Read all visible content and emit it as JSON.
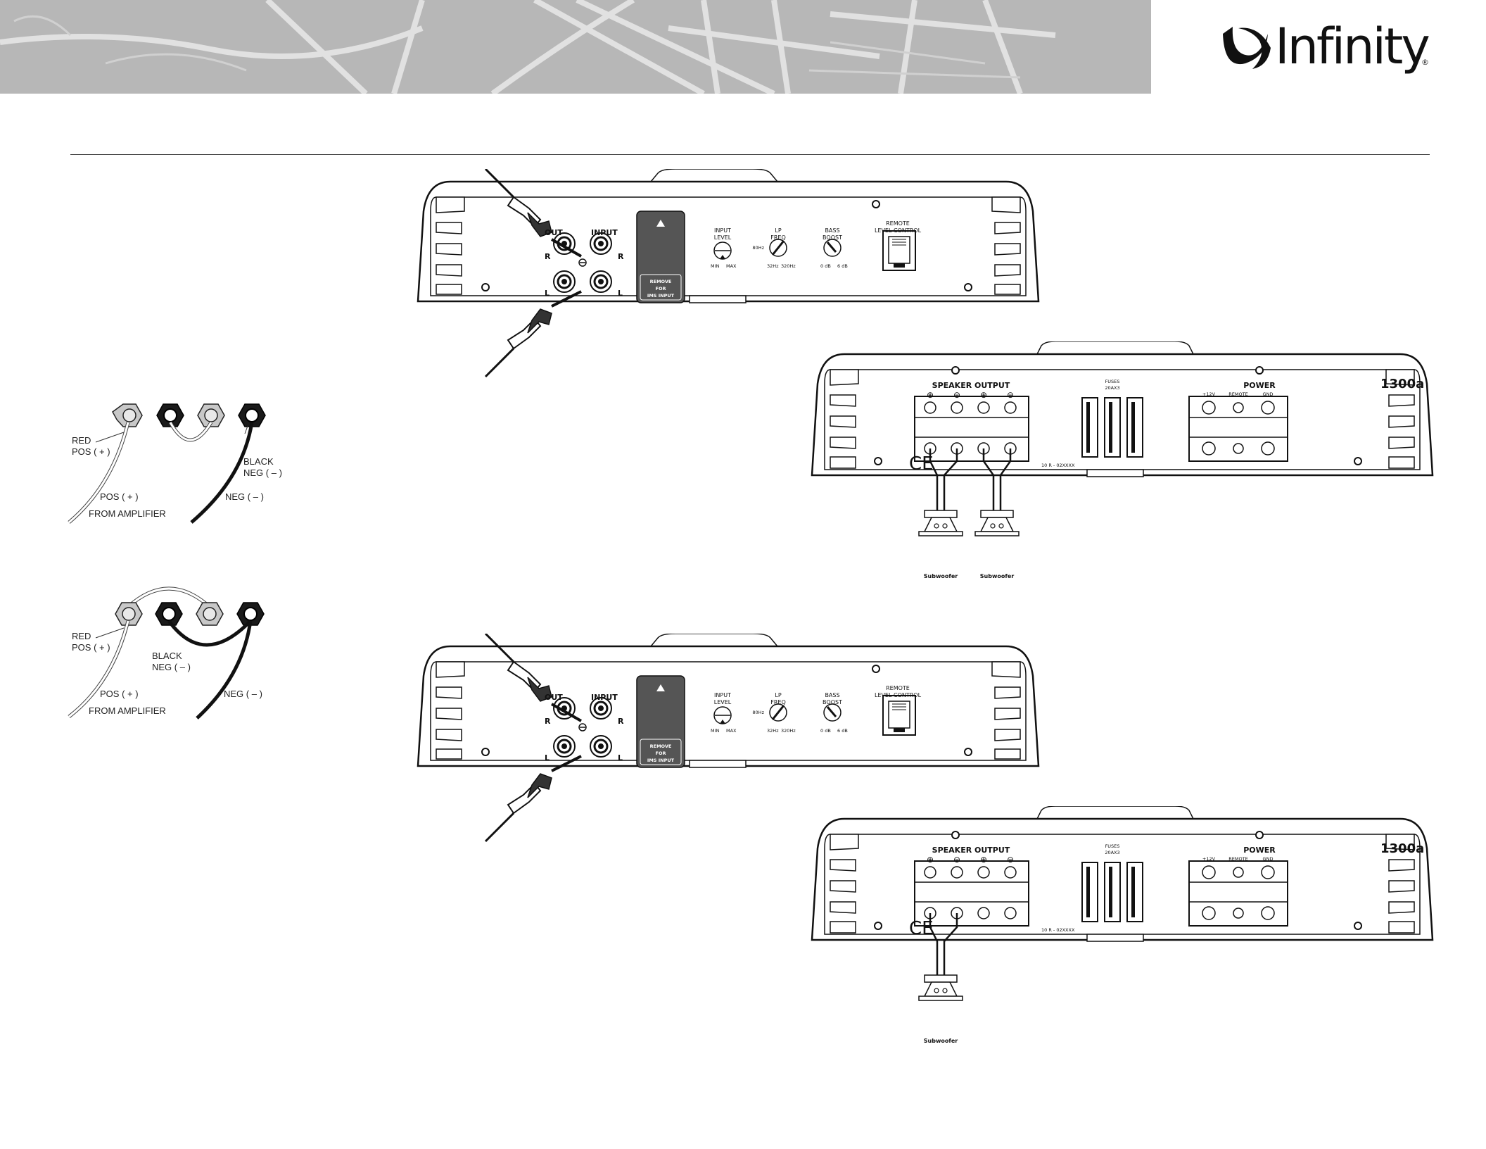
{
  "brand": {
    "name": "Infinity",
    "registered": "®"
  },
  "speaker_wiring": [
    {
      "id": "parallel",
      "red_label": "RED",
      "pos_label": "POS ( + )",
      "black_label": "BLACK",
      "neg_label": "NEG ( – )",
      "wire_pos_label": "POS ( + )",
      "wire_neg_label": "NEG ( – )",
      "from_label": "FROM AMPLIFIER"
    },
    {
      "id": "series",
      "red_label": "RED",
      "pos_label": "POS ( + )",
      "black_label": "BLACK",
      "neg_label": "NEG ( – )",
      "wire_pos_label": "POS ( + )",
      "wire_neg_label": "NEG ( – )",
      "from_label": "FROM AMPLIFIER"
    }
  ],
  "input_panel": {
    "output_label": "OUT",
    "input_label": "INPUT",
    "r_label": "R",
    "l_label": "L",
    "remove_label": [
      "REMOVE",
      "FOR",
      "IMS INPUT"
    ],
    "input_level_label": [
      "INPUT",
      "LEVEL"
    ],
    "input_level_min": "MIN",
    "input_level_max": "MAX",
    "lp_freq_label": [
      "LP",
      "FREQ"
    ],
    "lp_freq_low": "32Hz",
    "lp_freq_high": "320Hz",
    "lp_freq_mid": "80Hz",
    "bass_boost_label": [
      "BASS",
      "BOOST"
    ],
    "bass_boost_low": "0 dB",
    "bass_boost_high": "6 dB",
    "remote_label": [
      "REMOTE",
      "LEVEL CONTROL"
    ]
  },
  "output_panel": {
    "model": "1300a",
    "speaker_output_label": "SPEAKER OUTPUT",
    "terminal_symbols": [
      "⊕",
      "⊖",
      "⊕",
      "⊖"
    ],
    "fuses_label": [
      "FUSES",
      "20AX3"
    ],
    "power_label": "POWER",
    "power_terminals": [
      "+12V",
      "REMOTE",
      "GND"
    ],
    "ce_mark": "CE",
    "serial": "10 R - 02XXXX"
  },
  "subwoofer_label": "Subwoofer"
}
